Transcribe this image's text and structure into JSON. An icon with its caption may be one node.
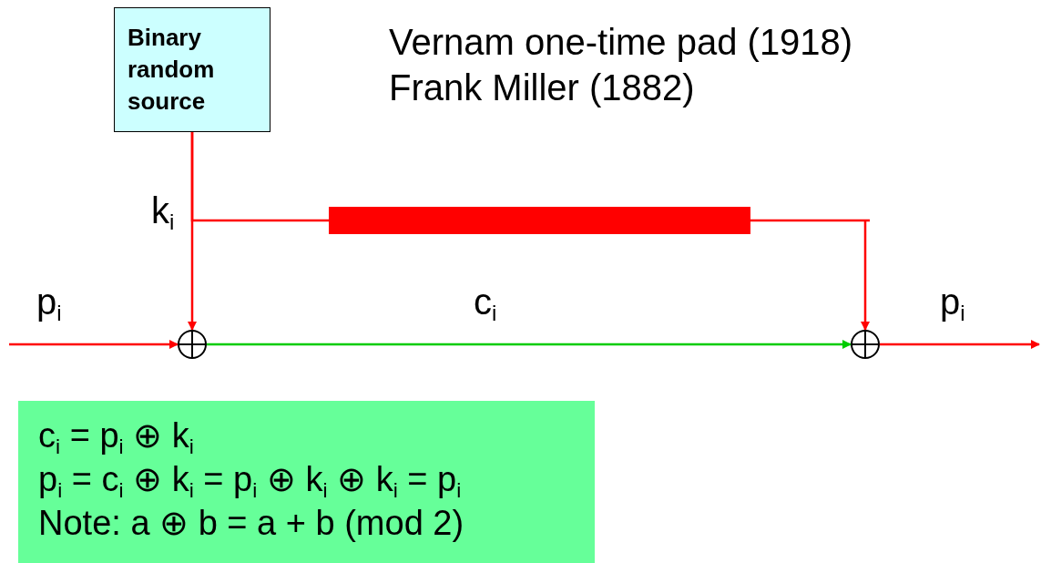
{
  "diagram": {
    "title": "Vernam one-time pad (1918)",
    "nodes": [
      {
        "text": [
          "Binary random source"
        ]
      },
      {
        "text": [],
        "shape": "circle"
      },
      {
        "text": [],
        "shape": "circle"
      },
      {
        "text": [],
        "shape": "bar"
      },
      {
        "text": [
          "c$_{i}$ = p$_{i}$ ⊕ k$_{i}$",
          "p$_{i}$ = c$_{i}$ ⊕ k$_{i}$ = p$_{i}$ ⊕ k$_{i}$ ⊕ k$_{i}$ = p$_{i}$",
          "Note: a ⊕ b = a + b (mod 2)"
        ]
      }
    ],
    "edges": [
      {
        "from": null,
        "to": 1,
        "arrow": "to",
        "label": "p$_{i}$"
      },
      {
        "from": 0,
        "to": 1,
        "arrow": "to",
        "label": "k$_{i}$"
      },
      {
        "from": 0,
        "to": 3,
        "arrow": "none"
      },
      {
        "from": 3,
        "to": 2,
        "arrow": "to"
      },
      {
        "from": 1,
        "to": 2,
        "arrow": "to",
        "label": "c$_{i}$",
        "color": "#00cc00"
      },
      {
        "from": 2,
        "to": null,
        "arrow": "to",
        "label": "p$_{i}$"
      }
    ],
    "labels": [
      "Frank Miller (1882)"
    ]
  }
}
